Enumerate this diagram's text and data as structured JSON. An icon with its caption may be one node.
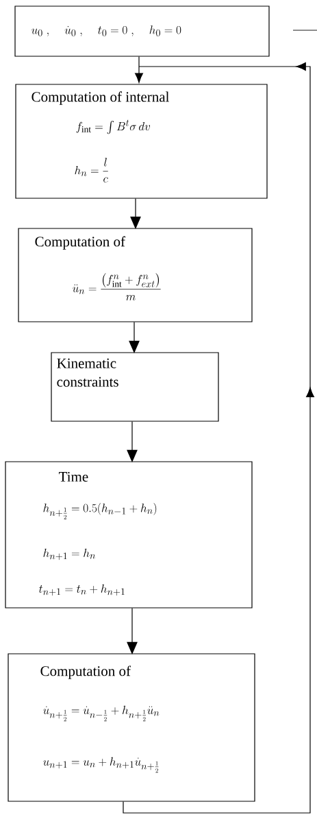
{
  "diagram": {
    "nodes": [
      {
        "text": [
          "u_0\\;,\\quad \\dot{u}_0\\;,\\quad t_0=0\\;,\\quad h_0=0"
        ]
      },
      {
        "text": [
          "Computation of internal",
          "f_{\\mathrm{int}}=\\int B^t\\sigma\\,dv",
          "h_n=\\dfrac{l}{c}"
        ]
      },
      {
        "text": [
          "Computation of",
          "\\ddot{u}_n=\\dfrac{\\left(f^n_{\\mathrm{int}}+f^n_{ext}\\right)}{m}"
        ]
      },
      {
        "text": [
          "Kinematic constraints"
        ]
      },
      {
        "text": [
          "Time",
          "h_{n+\\frac{1}{2}}=0.5(h_{n-1}+h_n)",
          "h_{n+1}=h_n",
          "t_{n+1}=t_n+h_{n+1}"
        ]
      },
      {
        "text": [
          "Computation of",
          "\\dot{u}_{n+\\frac{1}{2}}=\\dot{u}_{n-\\frac{1}{2}}+h_{n+\\frac{1}{2}}\\ddot{u}_n",
          "u_{n+1}=u_n+h_{n+1}\\dot{u}_{n+\\frac{1}{2}}"
        ]
      }
    ],
    "edges": [
      {
        "from": 0,
        "to": 1,
        "arrow": "to"
      },
      {
        "from": 1,
        "to": 2,
        "arrow": "to"
      },
      {
        "from": 2,
        "to": 3,
        "arrow": "to"
      },
      {
        "from": 3,
        "to": 4,
        "arrow": "to"
      },
      {
        "from": 4,
        "to": 5,
        "arrow": "to"
      },
      {
        "from": 5,
        "to": 1,
        "arrow": "to"
      }
    ]
  }
}
